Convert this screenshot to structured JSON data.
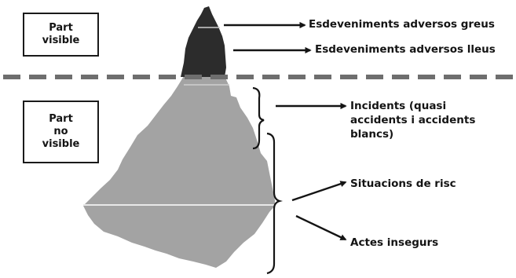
{
  "boxes": {
    "visible": [
      "Part",
      "visible"
    ],
    "hidden": [
      "Part",
      "no",
      "visible"
    ]
  },
  "labels": {
    "greus": "Esdeveniments adversos greus",
    "lleus": "Esdeveniments adversos lleus",
    "incidents": [
      "Incidents (quasi",
      "accidents i accidents",
      "blancs)"
    ],
    "risc": "Situacions de risc",
    "actes": "Actes insegurs"
  },
  "colors": {
    "tip": "#2c2c2c",
    "body_upper": "#a3a3a3",
    "body_lower": "#aaaaaa",
    "waterline": "#6e6e6e",
    "ink": "#141414"
  }
}
